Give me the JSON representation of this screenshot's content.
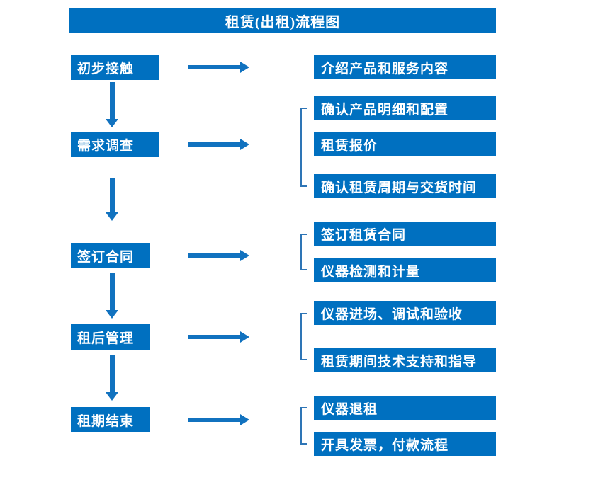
{
  "title": "租赁(出租)流程图",
  "colors": {
    "box_blue": "#0070C0",
    "arrow_blue": "#1172BF",
    "bracket_blue": "#2E75B6",
    "text_white": "#FFFFFF",
    "background": "#FFFFFF"
  },
  "steps": [
    {
      "label": "初步接触",
      "details": [
        "介绍产品和服务内容"
      ]
    },
    {
      "label": "需求调查",
      "details": [
        "确认产品明细和配置",
        "租赁报价",
        "确认租赁周期与交货时间"
      ]
    },
    {
      "label": "签订合同",
      "details": [
        "签订租赁合同",
        "仪器检测和计量"
      ]
    },
    {
      "label": "租后管理",
      "details": [
        "仪器进场、调试和验收",
        "租赁期间技术支持和指导"
      ]
    },
    {
      "label": "租期结束",
      "details": [
        "仪器退租",
        "开具发票，付款流程"
      ]
    }
  ]
}
